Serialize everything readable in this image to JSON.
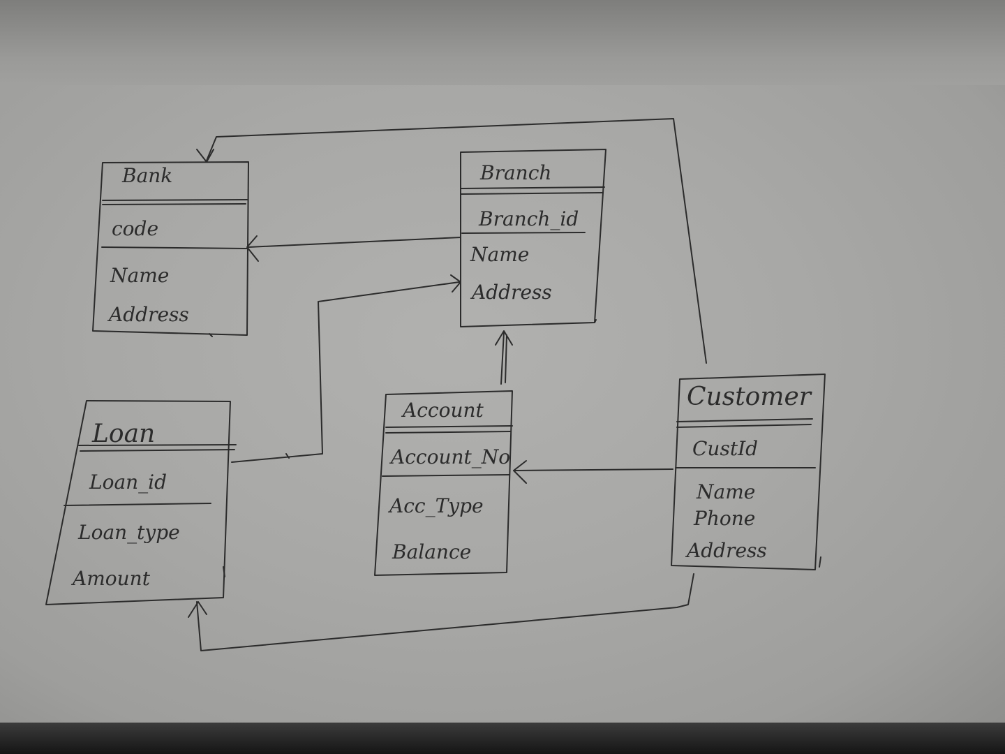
{
  "entities": {
    "bank": {
      "title": "Bank",
      "fields": [
        "code",
        "Name",
        "Address"
      ]
    },
    "branch": {
      "title": "Branch",
      "fields": [
        "Branch_id",
        "Name",
        "Address"
      ]
    },
    "loan": {
      "title": "Loan",
      "fields": [
        "Loan_id",
        "Loan_type",
        "Amount"
      ]
    },
    "account": {
      "title": "Account",
      "fields": [
        "Account_No",
        "Acc_Type",
        "Balance"
      ]
    },
    "customer": {
      "title": "Customer",
      "fields": [
        "CustId",
        "Name",
        "Phone",
        "Address"
      ]
    }
  },
  "colors": {
    "ink": "#2b2b2b",
    "paper": "#a9a9a7"
  }
}
